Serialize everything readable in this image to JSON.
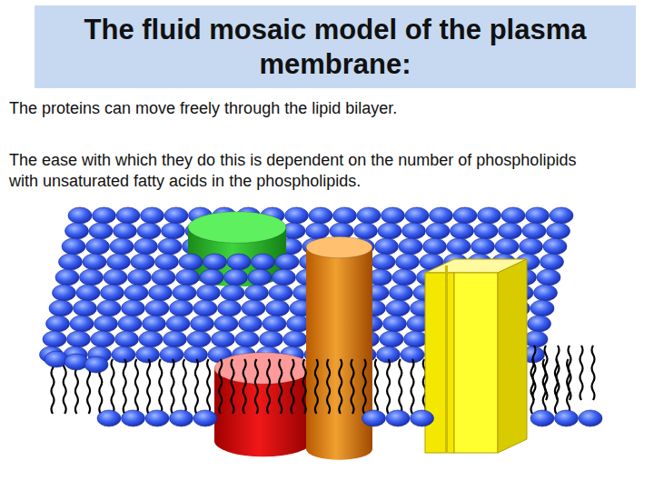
{
  "diagram": {
    "title": "The fluid mosaic model of the plasma membrane:",
    "labels": [
      "The proteins can move freely through the lipid bilayer.",
      "The ease with which they do this is dependent on the number of phospholipids with unsaturated fatty acids in the phospholipids."
    ]
  }
}
